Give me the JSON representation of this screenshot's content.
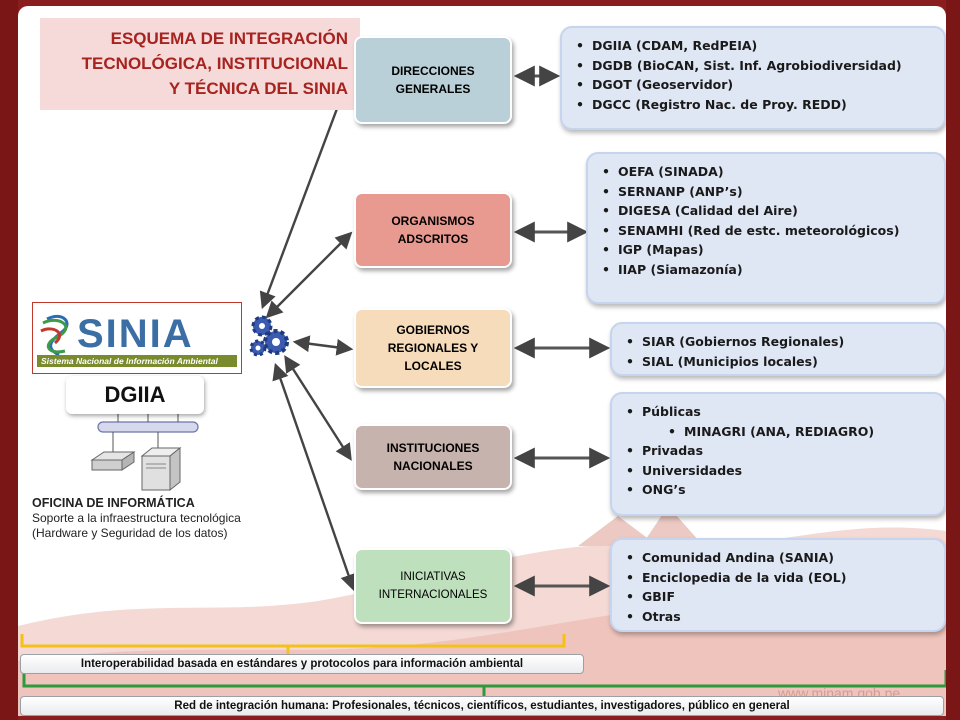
{
  "title": {
    "lines": [
      "ESQUEMA DE INTEGRACIÓN",
      "TECNOLÓGICA, INSTITUCIONAL",
      "Y TÉCNICA DEL SINIA"
    ]
  },
  "logo": {
    "text": "SINIA",
    "subtitle": "Sistema Nacional de Información Ambiental"
  },
  "dgiia_label": "DGIIA",
  "oficina": {
    "heading": "OFICINA DE INFORMÁTICA",
    "line1": "Soporte a la infraestructura tecnológica",
    "line2": "(Hardware  y Seguridad de los datos)"
  },
  "categories": [
    {
      "lines": [
        "DIRECCIONES",
        "GENERALES"
      ],
      "color": "#b9d0d8"
    },
    {
      "lines": [
        "ORGANISMOS",
        "ADSCRITOS"
      ],
      "color": "#e89a90"
    },
    {
      "lines": [
        "GOBIERNOS",
        "REGIONALES Y",
        "LOCALES"
      ],
      "color": "#f6dcba"
    },
    {
      "lines": [
        "INSTITUCIONES",
        "NACIONALES"
      ],
      "color": "#c7b3ad"
    },
    {
      "lines": [
        "INICIATIVAS",
        "INTERNACIONALES"
      ],
      "color": "#bfe0bd"
    }
  ],
  "lists": [
    {
      "items": [
        {
          "text": "DGIIA (CDAM, RedPEIA)"
        },
        {
          "text": "DGDB (BioCAN, Sist. Inf. Agrobiodiversidad)"
        },
        {
          "text": "DGOT (Geoservidor)"
        },
        {
          "text": "DGCC (Registro Nac. de Proy. REDD)"
        }
      ]
    },
    {
      "items": [
        {
          "text": "OEFA (SINADA)"
        },
        {
          "text": "SERNANP (ANP’s)"
        },
        {
          "text": "DIGESA (Calidad del Aire)"
        },
        {
          "text": "SENAMHI (Red de estc. meteorológicos)"
        },
        {
          "text": "IGP (Mapas)"
        },
        {
          "text": "IIAP (Siamazonía)"
        }
      ]
    },
    {
      "items": [
        {
          "text": "SIAR (Gobiernos Regionales)"
        },
        {
          "text": "SIAL (Municipios locales)"
        }
      ]
    },
    {
      "items": [
        {
          "text": "Públicas"
        },
        {
          "text": "MINAGRI (ANA, REDIAGRO)",
          "sub": true
        },
        {
          "text": "Privadas"
        },
        {
          "text": "Universidades"
        },
        {
          "text": "ONG’s"
        }
      ]
    },
    {
      "items": [
        {
          "text": "Comunidad Andina (SANIA)"
        },
        {
          "text": "Enciclopedia de la vida (EOL)"
        },
        {
          "text": "GBIF"
        },
        {
          "text": "Otras"
        }
      ]
    }
  ],
  "bars": {
    "interoperability": "Interoperabilidad basada en estándares y protocolos para información ambiental",
    "human_network": "Red de integración humana: Profesionales, técnicos, científicos, estudiantes, investigadores, público en general"
  },
  "watermark": "www.minam.gob.pe",
  "colors": {
    "frame": "#8a1e1e",
    "title_text": "#a6231f",
    "title_bg": "#f6dada",
    "gear": "#3a5bb0",
    "bracket": "#f2c21b",
    "bracket_green": "#2e9a3e",
    "list_bg": "#dfe6f4"
  }
}
